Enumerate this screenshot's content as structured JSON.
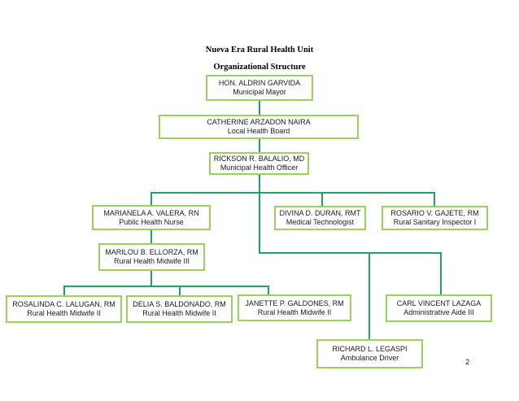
{
  "page": {
    "title": "Nueva Era Rural Health Unit",
    "subtitle": "Organizational Structure",
    "page_number": "2"
  },
  "colors": {
    "box_border": "#9ad35c",
    "connector_line": "#1fa463",
    "text": "#1a1a1a",
    "background": "#ffffff"
  },
  "org": {
    "nodes": [
      {
        "id": "municipal-mayor",
        "name": "HON. ALDRIN GARVIDA",
        "role": "Municipal Mayor"
      },
      {
        "id": "local-health-board",
        "name": "CATHERINE ARZADON NAIRA",
        "role": "Local Health Board"
      },
      {
        "id": "municipal-health-officer",
        "name": "RICKSON R. BALALIO, MD",
        "role": "Municipal Health Officer"
      },
      {
        "id": "public-health-nurse",
        "name": "MARIANELA A. VALERA, RN",
        "role": "Public Health Nurse"
      },
      {
        "id": "medical-technologist",
        "name": "DIVINA D. DURAN, RMT",
        "role": "Medical Technologist"
      },
      {
        "id": "rural-sanitary-inspector",
        "name": "ROSARIO V. GAJETE, RM",
        "role": "Rural Sanitary Inspector I"
      },
      {
        "id": "rural-health-midwife-3",
        "name": "MARILOU B. ELLORZA, RM",
        "role": "Rural Health Midwife III"
      },
      {
        "id": "rural-health-midwife-2a",
        "name": "ROSALINDA C. LALUGAN, RM",
        "role": "Rural Health Midwife II"
      },
      {
        "id": "rural-health-midwife-2b",
        "name": "DELIA S. BALDONADO, RM",
        "role": "Rural Health Midwife II"
      },
      {
        "id": "rural-health-midwife-2c",
        "name": "JANETTE P. GALDONES, RM",
        "role": "Rural Health Midwife II"
      },
      {
        "id": "administrative-aide",
        "name": "CARL VINCENT LAZAGA",
        "role": "Administrative Aide III"
      },
      {
        "id": "ambulance-driver",
        "name": "RICHARD L. LEGASPI",
        "role": "Ambulance Driver"
      }
    ],
    "edges": [
      {
        "from": "municipal-mayor",
        "to": "local-health-board"
      },
      {
        "from": "local-health-board",
        "to": "municipal-health-officer"
      },
      {
        "from": "municipal-health-officer",
        "to": "public-health-nurse"
      },
      {
        "from": "municipal-health-officer",
        "to": "medical-technologist"
      },
      {
        "from": "municipal-health-officer",
        "to": "rural-sanitary-inspector"
      },
      {
        "from": "municipal-health-officer",
        "to": "administrative-aide"
      },
      {
        "from": "municipal-health-officer",
        "to": "ambulance-driver"
      },
      {
        "from": "public-health-nurse",
        "to": "rural-health-midwife-3"
      },
      {
        "from": "rural-health-midwife-3",
        "to": "rural-health-midwife-2a"
      },
      {
        "from": "rural-health-midwife-3",
        "to": "rural-health-midwife-2b"
      },
      {
        "from": "rural-health-midwife-3",
        "to": "rural-health-midwife-2c"
      }
    ]
  }
}
